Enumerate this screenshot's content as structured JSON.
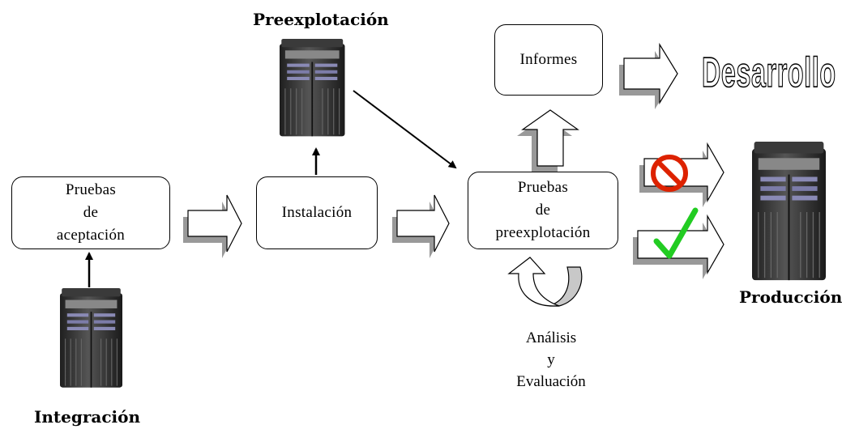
{
  "titles": {
    "preexplotacion": "Preexplotación",
    "integracion": "Integración",
    "produccion": "Producción",
    "desarrollo": "Desarrollo"
  },
  "boxes": {
    "pruebas_aceptacion": "Pruebas\nde\naceptación",
    "instalacion": "Instalación",
    "pruebas_preexplotacion": "Pruebas\nde\npreexplotación",
    "informes": "Informes"
  },
  "analisis_label": "Análisis\ny\nEvaluación",
  "colors": {
    "reject": "#dd2200",
    "approve": "#22cc22",
    "shadow": "#999999",
    "server_dark": "#2a2a2a",
    "server_accent": "#7a7a9a"
  },
  "icons": {
    "server": "server-tower-icon",
    "reject": "prohibited-icon",
    "approve": "checkmark-icon",
    "cycle": "curved-cycle-arrow-icon"
  }
}
